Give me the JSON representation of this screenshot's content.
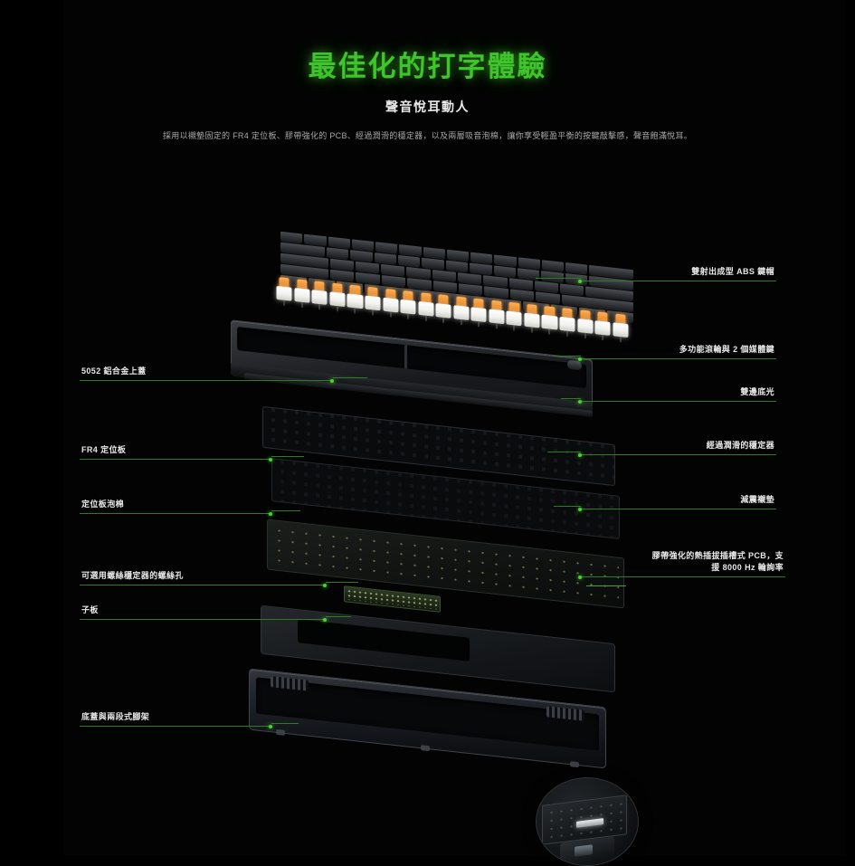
{
  "header": {
    "title": "最佳化的打字體驗",
    "subtitle": "聲音悅耳動人",
    "description": "採用以襯墊固定的 FR4 定位板、膠帶強化的 PCB、經過潤滑的穩定器，以及兩層吸音泡棉，讓你享受輕盈平衡的按鍵敲擊感，聲音飽滿悅耳。"
  },
  "colors": {
    "accent_green": "#44D62C",
    "rule_green": "#2F7A22",
    "background": "#000000",
    "label_text": "#E8E8E8",
    "body_text": "#A9A9A9"
  },
  "diagram": {
    "name": "exploded-keyboard-diagram",
    "left_callouts": [
      {
        "id": "top-cover",
        "label": "5052 鋁合金上蓋"
      },
      {
        "id": "fr4-plate",
        "label": "FR4 定位板"
      },
      {
        "id": "plate-foam",
        "label": "定位板泡棉"
      },
      {
        "id": "screw-holes",
        "label": "可選用螺絲穩定器的螺絲孔"
      },
      {
        "id": "daughter-board",
        "label": "子板"
      },
      {
        "id": "bottom-case-kickstand",
        "label": "底蓋與兩段式腳架"
      }
    ],
    "right_callouts": [
      {
        "id": "abs-keycaps",
        "label": "雙射出成型 ABS 鍵帽"
      },
      {
        "id": "scroll-wheel-media-keys",
        "label": "多功能滾輪與 2 個媒體鍵"
      },
      {
        "id": "side-underglow",
        "label": "雙邊底光"
      },
      {
        "id": "lubed-stabilizers",
        "label": "經過潤滑的穩定器"
      },
      {
        "id": "dampening-gaskets",
        "label": "減震襯墊"
      },
      {
        "id": "hotswap-pcb",
        "label": "膠帶強化的熱插拔插槽式 PCB，支",
        "label_line2": "援 8000 Hz 輪詢率"
      }
    ],
    "magnifier": {
      "id": "pcb-socket-magnifier",
      "caption": ""
    }
  }
}
